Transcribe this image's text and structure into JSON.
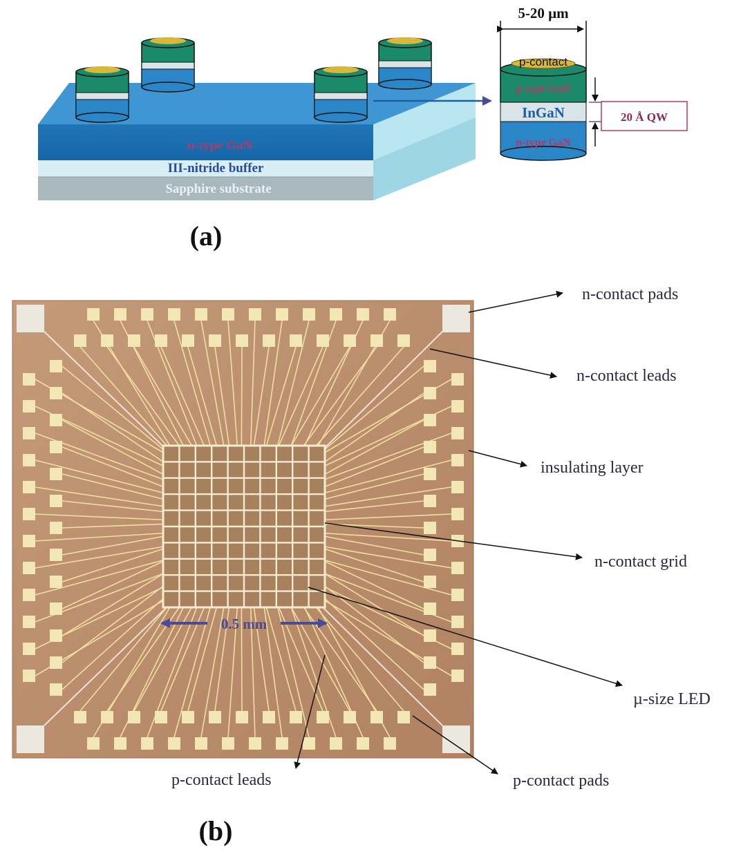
{
  "panel_a": {
    "label": "(a)",
    "layers": {
      "n_gan": "n-type GaN",
      "buffer": "III-nitride buffer",
      "substrate": "Sapphire substrate"
    },
    "pillar_detail": {
      "width": "5-20 µm",
      "p_contact": "p-contact",
      "p_gan": "p-type GaN",
      "ingan": "InGaN",
      "n_gan": "n-type GaN",
      "qw": "20 Å QW"
    }
  },
  "panel_b": {
    "label": "(b)",
    "scale": "0.5 mm",
    "callouts": {
      "n_contact_pads": "n-contact pads",
      "n_contact_leads": "n-contact leads",
      "insulating_layer": "insulating layer",
      "n_contact_grid": "n-contact grid",
      "micro_led": "µ-size LED",
      "p_contact_leads": "p-contact leads",
      "p_contact_pads": "p-contact pads"
    }
  },
  "colors": {
    "blue_top": "#1f78b8",
    "green": "#1a8a6a",
    "gold": "#d8b83a",
    "chip": "#b88c68",
    "pad": "#f2e6b4",
    "arrow": "#4a4a9a"
  }
}
